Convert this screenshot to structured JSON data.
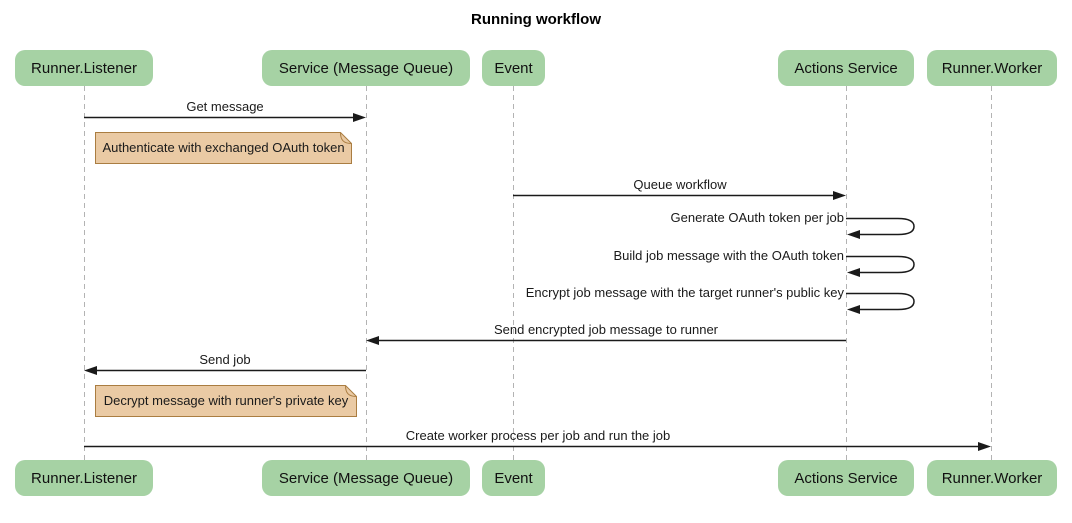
{
  "title": "Running workflow",
  "participants": [
    "Runner.Listener",
    "Service (Message Queue)",
    "Event",
    "Actions Service",
    "Runner.Worker"
  ],
  "messages": [
    {
      "label": "Get message",
      "from": "Runner.Listener",
      "to": "Service (Message Queue)"
    },
    {
      "label": "Queue workflow",
      "from": "Event",
      "to": "Actions Service"
    },
    {
      "label": "Generate OAuth token per job",
      "from": "Actions Service",
      "to": "Actions Service"
    },
    {
      "label": "Build job message with the OAuth token",
      "from": "Actions Service",
      "to": "Actions Service"
    },
    {
      "label": "Encrypt job message with the target runner's public key",
      "from": "Actions Service",
      "to": "Actions Service"
    },
    {
      "label": "Send encrypted job message to runner",
      "from": "Actions Service",
      "to": "Service (Message Queue)"
    },
    {
      "label": "Send job",
      "from": "Service (Message Queue)",
      "to": "Runner.Listener"
    },
    {
      "label": "Create worker process per job and run the job",
      "from": "Runner.Listener",
      "to": "Runner.Worker"
    }
  ],
  "notes": [
    {
      "text": "Authenticate with exchanged OAuth token",
      "at": "Runner.Listener"
    },
    {
      "text": "Decrypt message with runner's private key",
      "at": "Runner.Listener"
    }
  ],
  "colors": {
    "participant_fill": "#a6d2a4",
    "note_fill": "#eacaa4",
    "note_border": "#aa7d41",
    "lifeline": "#b3b3b3",
    "arrow": "#1a1a1a"
  }
}
